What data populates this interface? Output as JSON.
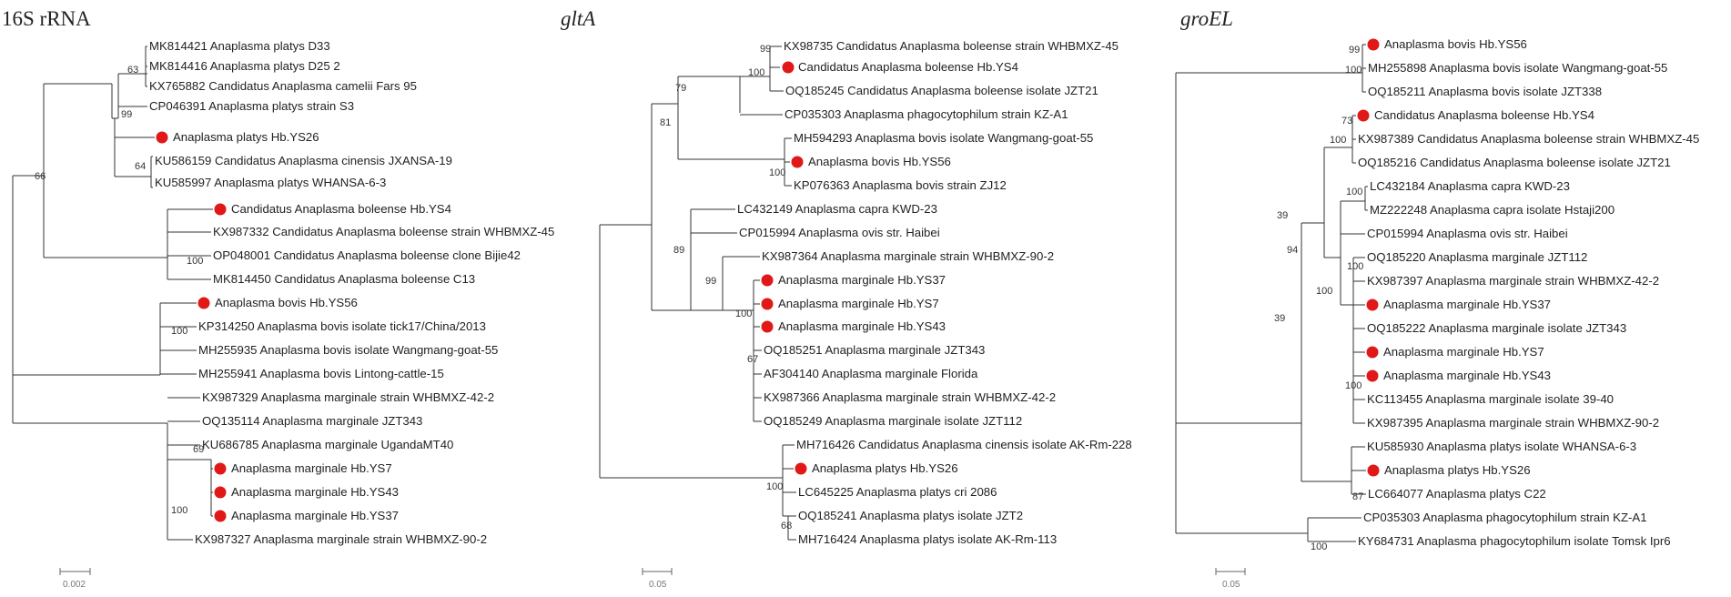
{
  "figure": {
    "panels": [
      {
        "id": "16s",
        "title": "16S rRNA",
        "title_italic": false,
        "scale_label": "0.002",
        "leaves": [
          {
            "label": "MK814421 Anaplasma platys D33",
            "marked": false
          },
          {
            "label": "MK814416 Anaplasma platys D25 2",
            "marked": false
          },
          {
            "label": "KX765882 Candidatus Anaplasma camelii Fars 95",
            "marked": false
          },
          {
            "label": "CP046391 Anaplasma platys strain S3",
            "marked": false
          },
          {
            "label": "Anaplasma platys Hb.YS26",
            "marked": true
          },
          {
            "label": "KU586159 Candidatus Anaplasma cinensis JXANSA-19",
            "marked": false
          },
          {
            "label": "KU585997 Anaplasma platys WHANSA-6-3",
            "marked": false
          },
          {
            "label": "Candidatus Anaplasma boleense Hb.YS4",
            "marked": true
          },
          {
            "label": "KX987332 Candidatus Anaplasma boleense strain WHBMXZ-45",
            "marked": false
          },
          {
            "label": "OP048001 Candidatus Anaplasma boleense clone Bijie42",
            "marked": false
          },
          {
            "label": "MK814450 Candidatus Anaplasma boleense C13",
            "marked": false
          },
          {
            "label": "Anaplasma bovis Hb.YS56",
            "marked": true
          },
          {
            "label": "KP314250 Anaplasma bovis isolate tick17/China/2013",
            "marked": false
          },
          {
            "label": "MH255935 Anaplasma bovis isolate Wangmang-goat-55",
            "marked": false
          },
          {
            "label": "MH255941 Anaplasma bovis Lintong-cattle-15",
            "marked": false
          },
          {
            "label": "KX987329 Anaplasma marginale strain WHBMXZ-42-2",
            "marked": false
          },
          {
            "label": "OQ135114 Anaplasma marginale JZT343",
            "marked": false
          },
          {
            "label": "KU686785 Anaplasma marginale UgandaMT40",
            "marked": false
          },
          {
            "label": "Anaplasma marginale Hb.YS7",
            "marked": true
          },
          {
            "label": "Anaplasma marginale Hb.YS43",
            "marked": true
          },
          {
            "label": "Anaplasma marginale Hb.YS37",
            "marked": true
          },
          {
            "label": "KX987327 Anaplasma marginale strain WHBMXZ-90-2",
            "marked": false
          }
        ],
        "bootstrap": [
          "63",
          "99",
          "64",
          "66",
          "100",
          "100",
          "69",
          "100"
        ]
      },
      {
        "id": "gltA",
        "title": "gltA",
        "title_italic": true,
        "scale_label": "0.05",
        "leaves": [
          {
            "label": "KX98735 Candidatus Anaplasma boleense strain WHBMXZ-45",
            "marked": false
          },
          {
            "label": "Candidatus Anaplasma boleense Hb.YS4",
            "marked": true
          },
          {
            "label": "OQ185245 Candidatus Anaplasma boleense isolate JZT21",
            "marked": false
          },
          {
            "label": "CP035303 Anaplasma phagocytophilum strain KZ-A1",
            "marked": false
          },
          {
            "label": "MH594293 Anaplasma bovis isolate Wangmang-goat-55",
            "marked": false
          },
          {
            "label": "Anaplasma bovis Hb.YS56",
            "marked": true
          },
          {
            "label": "KP076363 Anaplasma bovis strain ZJ12",
            "marked": false
          },
          {
            "label": "LC432149 Anaplasma capra KWD-23",
            "marked": false
          },
          {
            "label": "CP015994 Anaplasma ovis str. Haibei",
            "marked": false
          },
          {
            "label": "KX987364 Anaplasma marginale strain WHBMXZ-90-2",
            "marked": false
          },
          {
            "label": "Anaplasma marginale Hb.YS37",
            "marked": true
          },
          {
            "label": "Anaplasma marginale Hb.YS7",
            "marked": true
          },
          {
            "label": "Anaplasma marginale Hb.YS43",
            "marked": true
          },
          {
            "label": "OQ185251 Anaplasma marginale JZT343",
            "marked": false
          },
          {
            "label": "AF304140 Anaplasma marginale Florida",
            "marked": false
          },
          {
            "label": "KX987366 Anaplasma marginale strain WHBMXZ-42-2",
            "marked": false
          },
          {
            "label": "OQ185249 Anaplasma marginale isolate JZT112",
            "marked": false
          },
          {
            "label": "MH716426 Candidatus Anaplasma cinensis isolate AK-Rm-228",
            "marked": false
          },
          {
            "label": "Anaplasma platys Hb.YS26",
            "marked": true
          },
          {
            "label": "LC645225 Anaplasma platys cri 2086",
            "marked": false
          },
          {
            "label": "OQ185241 Anaplasma platys isolate JZT2",
            "marked": false
          },
          {
            "label": "MH716424 Anaplasma platys isolate AK-Rm-113",
            "marked": false
          }
        ],
        "bootstrap": [
          "99",
          "100",
          "79",
          "81",
          "100",
          "89",
          "99",
          "100",
          "67",
          "100",
          "68"
        ]
      },
      {
        "id": "groEL",
        "title": "groEL",
        "title_italic": true,
        "scale_label": "0.05",
        "leaves": [
          {
            "label": "Anaplasma bovis Hb.YS56",
            "marked": true
          },
          {
            "label": "MH255898 Anaplasma bovis isolate Wangmang-goat-55",
            "marked": false
          },
          {
            "label": "OQ185211 Anaplasma bovis isolate JZT338",
            "marked": false
          },
          {
            "label": "Candidatus Anaplasma boleense Hb.YS4",
            "marked": true
          },
          {
            "label": "KX987389 Candidatus Anaplasma boleense strain WHBMXZ-45",
            "marked": false
          },
          {
            "label": "OQ185216 Candidatus Anaplasma boleense isolate JZT21",
            "marked": false
          },
          {
            "label": "LC432184 Anaplasma capra KWD-23",
            "marked": false
          },
          {
            "label": "MZ222248 Anaplasma capra isolate Hstaji200",
            "marked": false
          },
          {
            "label": "CP015994 Anaplasma ovis str. Haibei",
            "marked": false
          },
          {
            "label": "OQ185220 Anaplasma marginale JZT112",
            "marked": false
          },
          {
            "label": "KX987397 Anaplasma marginale strain WHBMXZ-42-2",
            "marked": false
          },
          {
            "label": "Anaplasma marginale Hb.YS37",
            "marked": true
          },
          {
            "label": "OQ185222 Anaplasma marginale isolate JZT343",
            "marked": false
          },
          {
            "label": "Anaplasma marginale Hb.YS7",
            "marked": true
          },
          {
            "label": "Anaplasma marginale Hb.YS43",
            "marked": true
          },
          {
            "label": "KC113455 Anaplasma marginale isolate 39-40",
            "marked": false
          },
          {
            "label": "KX987395 Anaplasma marginale strain WHBMXZ-90-2",
            "marked": false
          },
          {
            "label": "KU585930 Anaplasma platys isolate WHANSA-6-3",
            "marked": false
          },
          {
            "label": "Anaplasma platys Hb.YS26",
            "marked": true
          },
          {
            "label": "LC664077 Anaplasma platys C22",
            "marked": false
          },
          {
            "label": "CP035303 Anaplasma phagocytophilum strain KZ-A1",
            "marked": false
          },
          {
            "label": "KY684731 Anaplasma phagocytophilum isolate Tomsk Ipr6",
            "marked": false
          }
        ],
        "bootstrap": [
          "99",
          "100",
          "73",
          "100",
          "100",
          "39",
          "94",
          "100",
          "100",
          "100",
          "87",
          "39",
          "100"
        ]
      }
    ],
    "colors": {
      "marker": "#e01818",
      "branch": "#333333"
    }
  }
}
